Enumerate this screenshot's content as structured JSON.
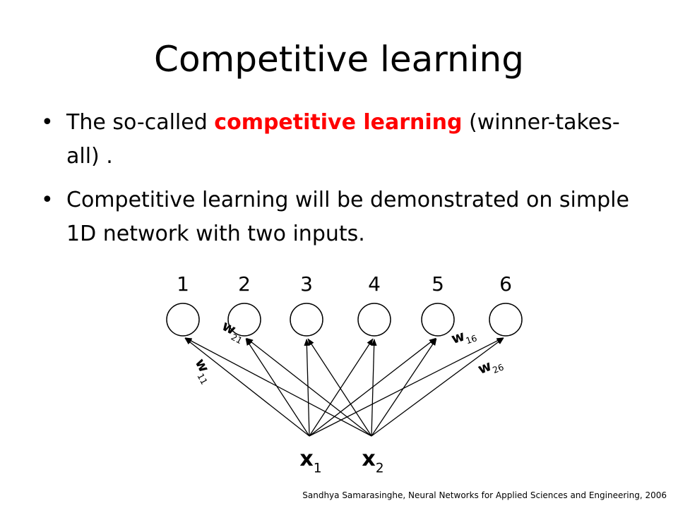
{
  "slide": {
    "title": "Competitive learning",
    "bullet_char": "•",
    "bullets": [
      {
        "before": "The so-called ",
        "highlight": "competitive learning",
        "after": " (winner-takes-all) ."
      },
      {
        "text": "Competitive learning will be demonstrated on simple 1D network with two inputs."
      }
    ],
    "highlight_color": "#ff0000",
    "citation": "Sandhya Samarasinghe, Neural Networks for Applied Sciences and Engineering, 2006"
  },
  "diagram": {
    "neurons": [
      "1",
      "2",
      "3",
      "4",
      "5",
      "6"
    ],
    "inputs": [
      {
        "base": "x",
        "sub": "1"
      },
      {
        "base": "x",
        "sub": "2"
      }
    ],
    "weights": [
      {
        "base": "w",
        "sub": "11"
      },
      {
        "base": "w",
        "sub": "21"
      },
      {
        "base": "w",
        "sub": "16"
      },
      {
        "base": "w",
        "sub": "26"
      }
    ]
  }
}
